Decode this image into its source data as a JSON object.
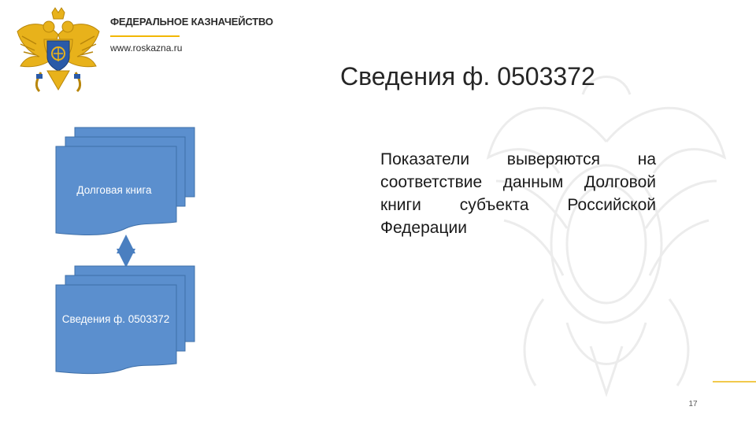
{
  "header": {
    "org_name": "ФЕДЕРАЛЬНОЕ КАЗНАЧЕЙСТВО",
    "website": "www.roskazna.ru"
  },
  "slide": {
    "title": "Сведения ф. 0503372",
    "body": "Показатели выверяются на соответствие данным Долговой книги субъекта Российской Федерации",
    "page_number": "17"
  },
  "diagram": {
    "doc_top_label": "Долговая книга",
    "doc_bottom_label": "Сведения ф. 0503372",
    "connector": "double-arrow-icon"
  },
  "colors": {
    "doc_fill": "#5b8fce",
    "doc_border": "#3e6fa8",
    "accent": "#f2b705",
    "arrow": "#4a7fc0"
  }
}
